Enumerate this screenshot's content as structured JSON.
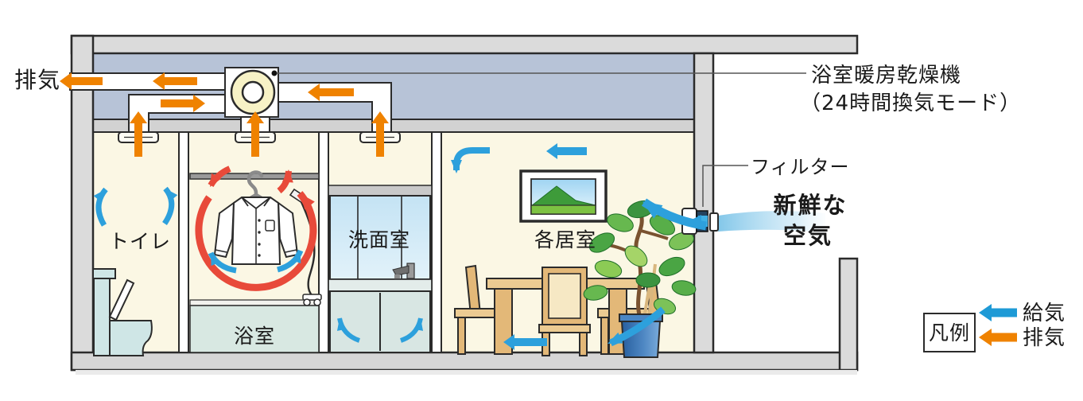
{
  "figure": {
    "type": "24h-ventilation-diagram",
    "outside_exhaust_label": "排気",
    "unit_label_line1": "浴室暖房乾燥機",
    "unit_label_line2": "（24時間換気モード）",
    "filter_label": "フィルター",
    "fresh_air_label_line1": "新鮮な",
    "fresh_air_label_line2": "空気",
    "rooms": {
      "toilet": "トイレ",
      "bathroom": "浴室",
      "washroom": "洗面室",
      "living": "各居室"
    },
    "legend": {
      "title": "凡例",
      "supply_label": "給気",
      "exhaust_label": "排気",
      "supply_color": "#1e9ad6",
      "exhaust_color": "#ef8200"
    },
    "colors": {
      "supply_air_arrow": "#2da0dc",
      "exhaust_air_arrow": "#ef8200",
      "drying_circulation_arrow": "#e84a3a",
      "fresh_air_text": "#29abe2",
      "attic_plenum": "#b7c3d7"
    }
  }
}
